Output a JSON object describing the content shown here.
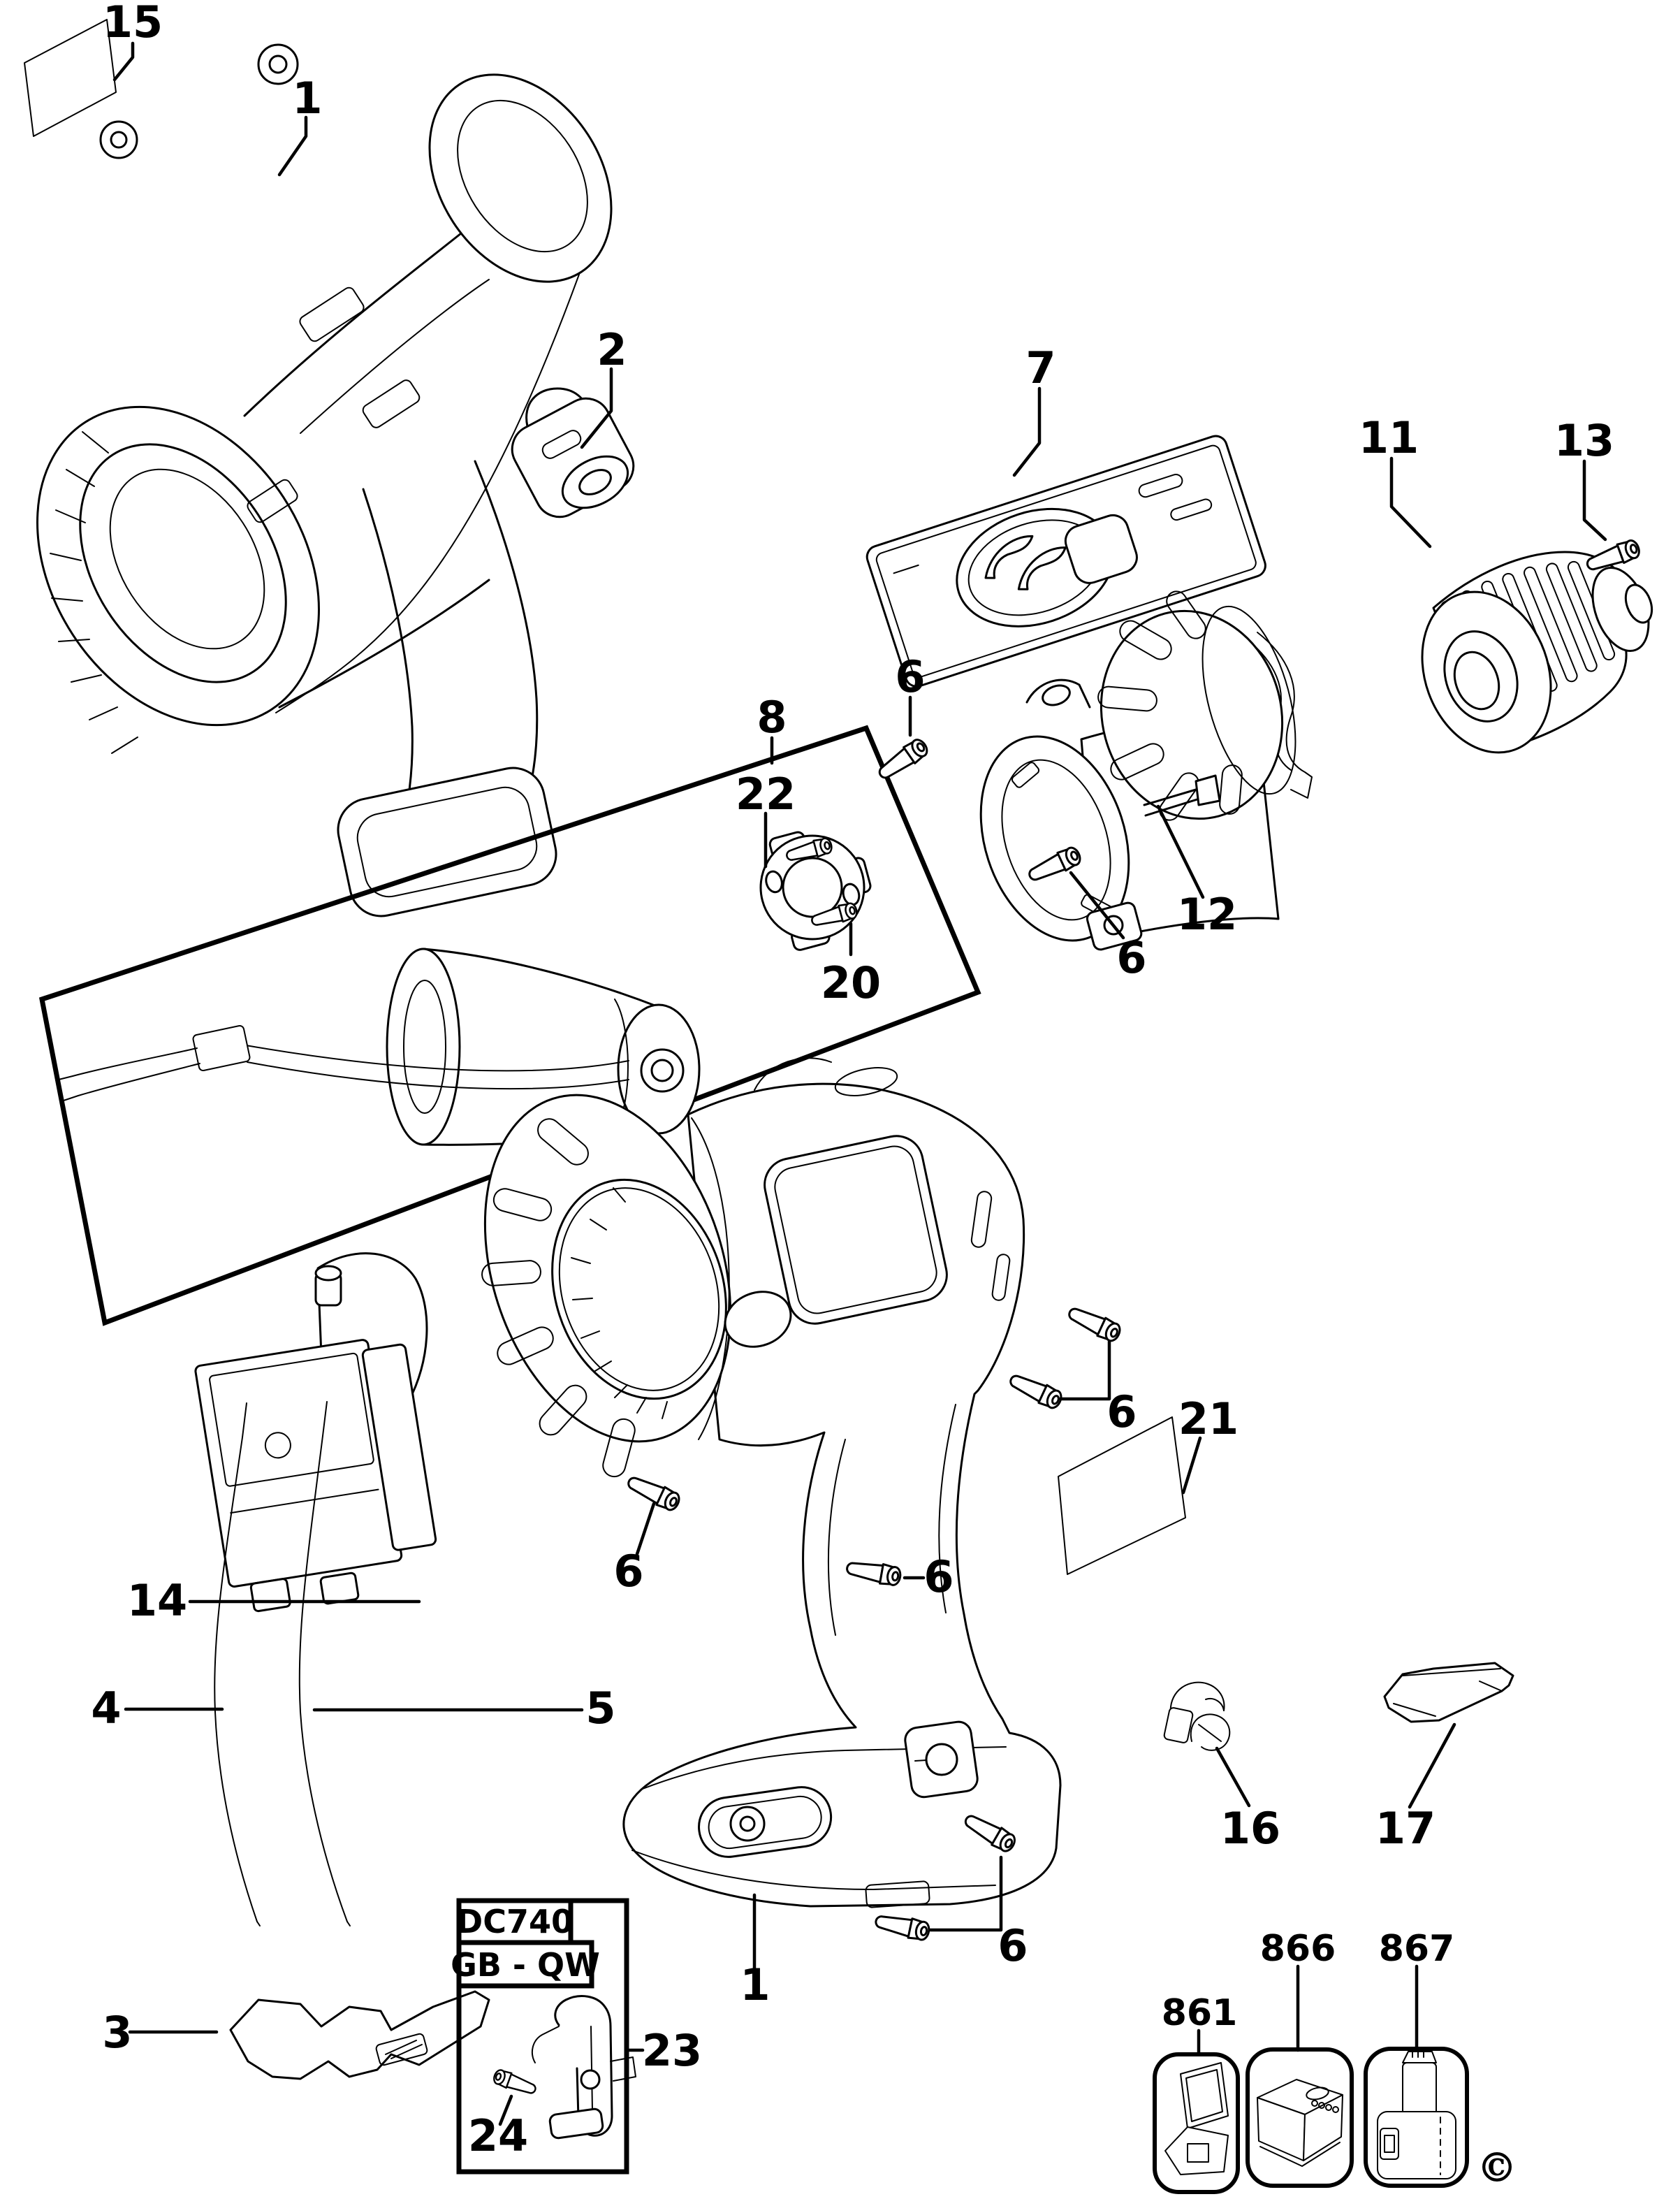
{
  "page": {
    "background": "#ffffff",
    "ink": "#000000"
  },
  "model_box": {
    "model": "DC740",
    "region": "GB - QW"
  },
  "copyright": "©",
  "callouts": {
    "sticker_top": "15",
    "top_housing": "1",
    "forward_reverse_button": "2",
    "cover_plate": "7",
    "chuck": "11",
    "chuck_screw": "13",
    "motor_assembly_box": "8",
    "motor_end_bracket": "22",
    "bracket_screws": "20",
    "screw_top": "6",
    "gearbox": "12",
    "gearbox_screw": "6",
    "switch": "14",
    "wire_left": "4",
    "wire_right": "5",
    "handle_screw_left": "6",
    "handle_screw_right": "6",
    "sticker_side": "21",
    "housing_screw_pair": "6",
    "brush_clip": "16",
    "screwdriver_bit": "17",
    "main_housing": "1",
    "base_screw_pair": "6",
    "cord_clip": "3",
    "belt_clip": "23",
    "belt_clip_screw": "24",
    "kit_box": "861",
    "charger": "866",
    "battery": "867"
  }
}
